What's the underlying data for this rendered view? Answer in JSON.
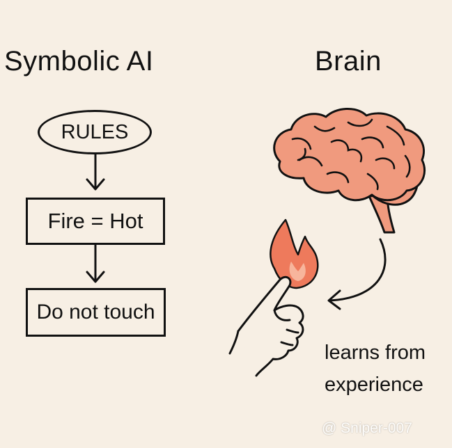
{
  "left": {
    "title": "Symbolic AI",
    "oval_label": "RULES",
    "rule_label": "Fire = Hot",
    "action_label": "Do not touch"
  },
  "right": {
    "title": "Brain",
    "caption_line1": "learns from",
    "caption_line2": "experience"
  },
  "watermark": {
    "text": "@ Sniper-007"
  },
  "colors": {
    "background": "#f7efe4",
    "brain": "#f09a7e",
    "flame": "#ee7a5c",
    "ink": "#111111"
  },
  "icons": [
    "brain-icon",
    "flame-icon",
    "hand-icon",
    "curved-arrow-icon",
    "down-arrow-icon"
  ]
}
